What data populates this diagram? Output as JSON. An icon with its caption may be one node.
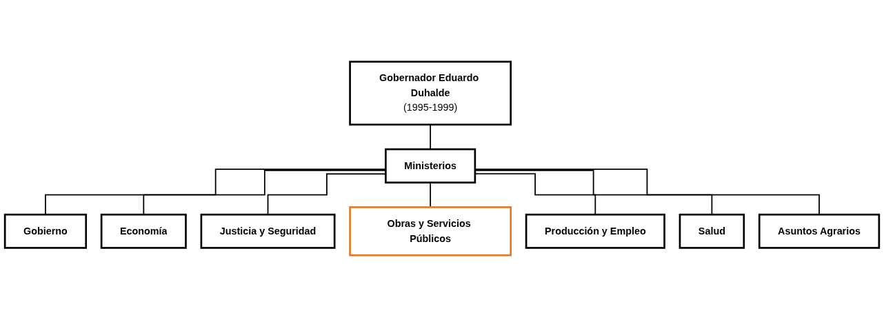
{
  "diagram": {
    "nodes": [
      {
        "text": [
          "Gobernador Eduardo Duhalde",
          "(1995-1999)"
        ]
      },
      {
        "text": [
          "Ministerios"
        ]
      },
      {
        "text": [
          "Gobierno"
        ]
      },
      {
        "text": [
          "Economía"
        ]
      },
      {
        "text": [
          "Justicia y Seguridad"
        ]
      },
      {
        "text": [
          "Obras y Servicios Públicos"
        ]
      },
      {
        "text": [
          "Producción y Empleo"
        ]
      },
      {
        "text": [
          "Salud"
        ]
      },
      {
        "text": [
          "Asuntos Agrarios"
        ]
      }
    ],
    "edges": [
      {
        "from": 0,
        "to": 1,
        "arrow": "none"
      },
      {
        "from": 1,
        "to": 2,
        "arrow": "none"
      },
      {
        "from": 1,
        "to": 3,
        "arrow": "none"
      },
      {
        "from": 1,
        "to": 4,
        "arrow": "none"
      },
      {
        "from": 1,
        "to": 5,
        "arrow": "none"
      },
      {
        "from": 1,
        "to": 6,
        "arrow": "none"
      },
      {
        "from": 1,
        "to": 7,
        "arrow": "none"
      },
      {
        "from": 1,
        "to": 8,
        "arrow": "none"
      }
    ]
  }
}
